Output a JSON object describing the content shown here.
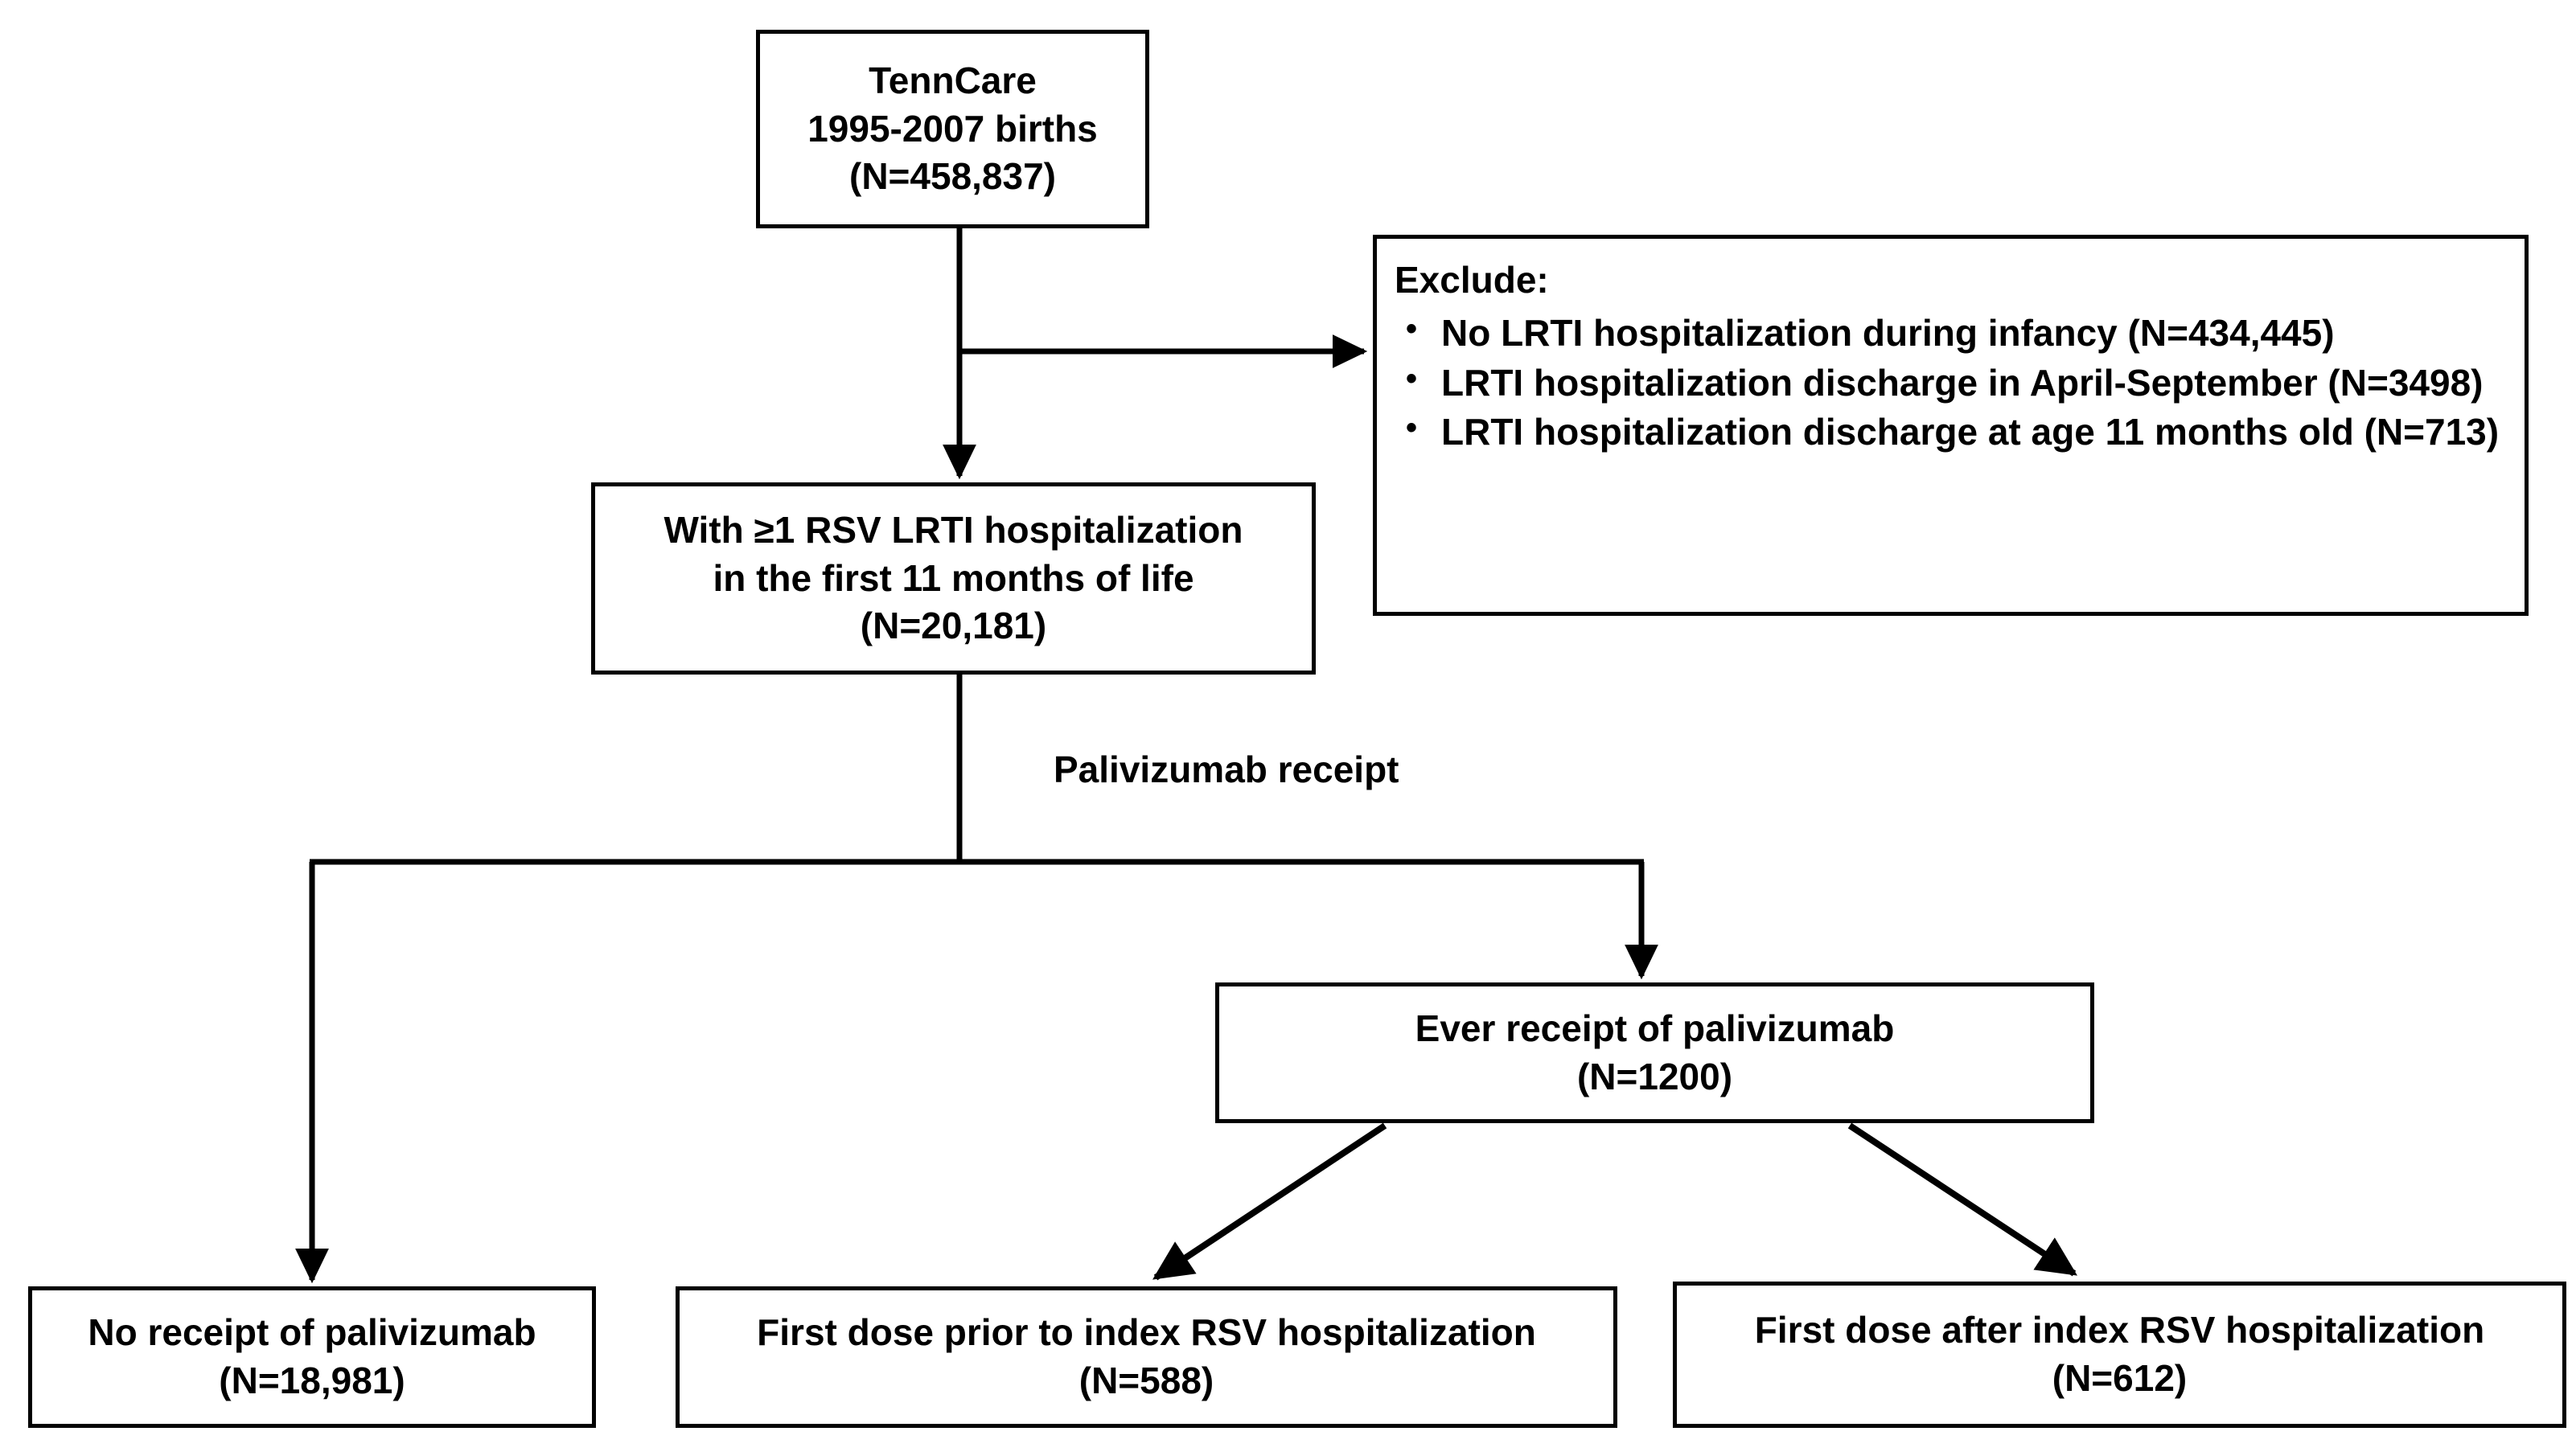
{
  "diagram": {
    "title": "RSV LRTI hospitalization cohort flow diagram",
    "stroke_color": "#000000",
    "background_color": "#ffffff",
    "nodes": {
      "cohort": {
        "line1": "TennCare",
        "line2": "1995-2007 births",
        "line3": "(N=458,837)"
      },
      "exclude": {
        "title": "Exclude:",
        "bullet_glyph": "•",
        "items": [
          "No LRTI hospitalization during infancy (N=434,445)",
          "LRTI hospitalization discharge in April-September (N=3498)",
          "LRTI hospitalization discharge at age 11 months old (N=713)"
        ]
      },
      "rsv_hospitalization": {
        "line1": "With ≥1 RSV LRTI hospitalization",
        "line2": "in the first 11 months of life",
        "line3": "(N=20,181)"
      },
      "ever_receipt": {
        "line1": "Ever receipt of palivizumab",
        "line2": "(N=1200)"
      },
      "no_receipt": {
        "line1": "No receipt of palivizumab",
        "line2": "(N=18,981)"
      },
      "dose_prior": {
        "line1": "First dose prior to index RSV hospitalization",
        "line2": "(N=588)"
      },
      "dose_after": {
        "line1": "First dose after index RSV hospitalization",
        "line2": "(N=612)"
      }
    },
    "edge_labels": {
      "palivizumab_receipt": "Palivizumab receipt"
    }
  }
}
